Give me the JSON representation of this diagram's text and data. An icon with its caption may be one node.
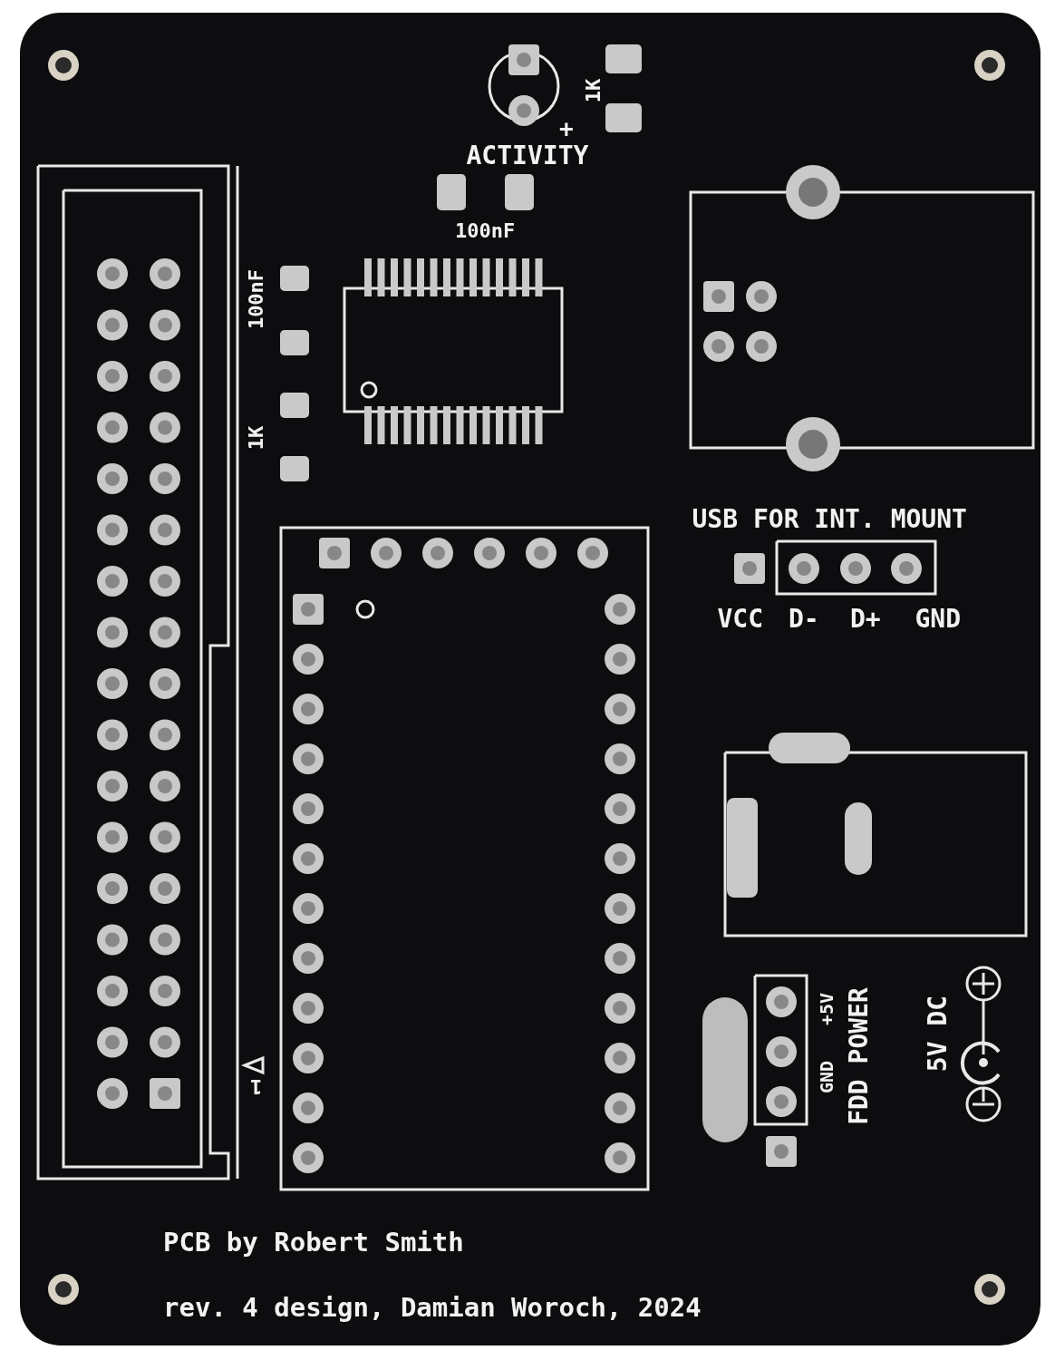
{
  "diagram": {
    "labels": [
      "1K",
      "+",
      "ACTIVITY",
      "100nF",
      "100nF",
      "1K",
      "USB FOR INT. MOUNT",
      "VCC",
      "D-",
      "D+",
      "GND",
      "+5V",
      "GND",
      "FDD POWER",
      "5V DC",
      "1",
      "PCB by Robert Smith",
      "rev. 4 design, Damian Woroch, 2024"
    ]
  }
}
